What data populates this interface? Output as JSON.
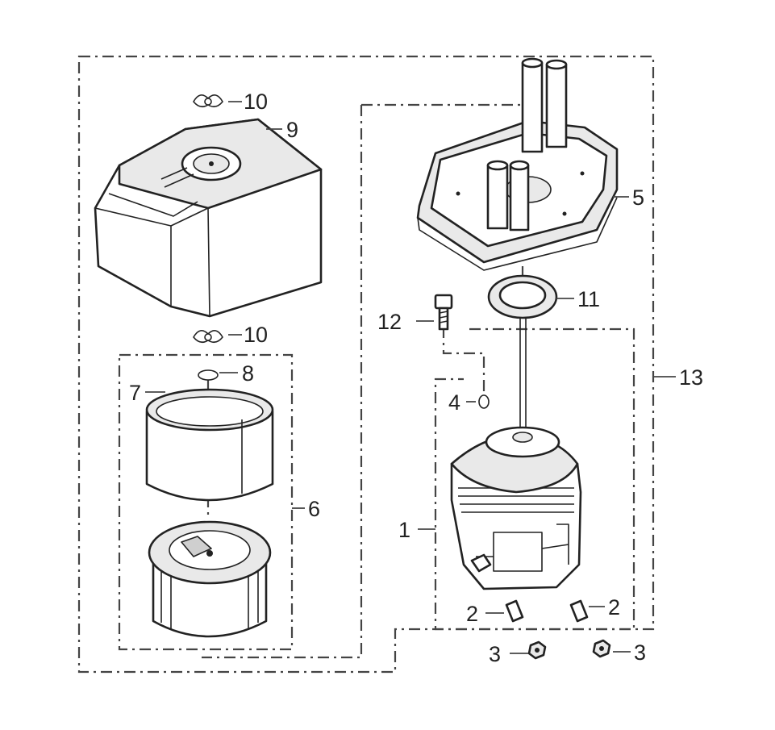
{
  "diagram": {
    "parts": [
      {
        "id": "p1",
        "label": "1"
      },
      {
        "id": "p2a",
        "label": "2"
      },
      {
        "id": "p2b",
        "label": "2"
      },
      {
        "id": "p3a",
        "label": "3"
      },
      {
        "id": "p3b",
        "label": "3"
      },
      {
        "id": "p4",
        "label": "4"
      },
      {
        "id": "p5",
        "label": "5"
      },
      {
        "id": "p6",
        "label": "6"
      },
      {
        "id": "p7",
        "label": "7"
      },
      {
        "id": "p8",
        "label": "8"
      },
      {
        "id": "p9",
        "label": "9"
      },
      {
        "id": "p10a",
        "label": "10"
      },
      {
        "id": "p10b",
        "label": "10"
      },
      {
        "id": "p11",
        "label": "11"
      },
      {
        "id": "p12",
        "label": "12"
      },
      {
        "id": "p13",
        "label": "13"
      }
    ]
  }
}
